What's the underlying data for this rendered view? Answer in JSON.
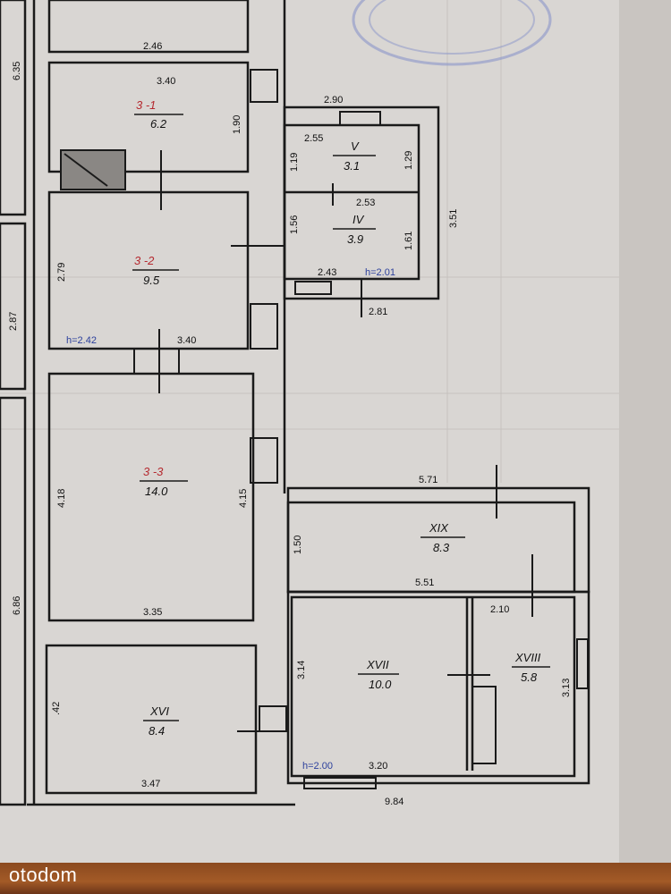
{
  "dimensions": {
    "d_246": "2.46",
    "d_635": "6.35",
    "d_340_top": "3.40",
    "d_190": "1.90",
    "d_290": "2.90",
    "d_255": "2.55",
    "d_119": "1.19",
    "d_129": "1.29",
    "d_253": "2.53",
    "d_351": "3.51",
    "d_156": "1.56",
    "d_161": "1.61",
    "d_243": "2.43",
    "d_281": "2.81",
    "d_279": "2.79",
    "d_287": "2.87",
    "d_340_mid": "3.40",
    "d_418": "4.18",
    "d_415": "4.15",
    "d_335": "3.35",
    "d_686": "6.86",
    "d_571": "5.71",
    "d_150": "1.50",
    "d_551": "5.51",
    "d_210": "2.10",
    "d_314": "3.14",
    "d_313": "3.13",
    "d_42": ".42",
    "d_347": "3.47",
    "d_320": "3.20",
    "d_984": "9.84"
  },
  "heights": {
    "h1": "h=2.01",
    "h2": "h=2.42",
    "h3": "h=2.00"
  },
  "rooms": {
    "r31_num": "3 -1",
    "r31_area": "6.2",
    "r32_num": "3 -2",
    "r32_area": "9.5",
    "r33_num": "3 -3",
    "r33_area": "14.0",
    "rV_num": "V",
    "rV_area": "3.1",
    "rIV_num": "IV",
    "rIV_area": "3.9",
    "rXIX_num": "XIX",
    "rXIX_area": "8.3",
    "rXVII_num": "XVII",
    "rXVII_area": "10.0",
    "rXVIII_num": "XVIII",
    "rXVIII_area": "5.8",
    "rXVI_num": "XVI",
    "rXVI_area": "8.4"
  },
  "watermark": "otodom",
  "colors": {
    "room_number_red": "#b5292f",
    "height_blue": "#2b3f9c"
  }
}
